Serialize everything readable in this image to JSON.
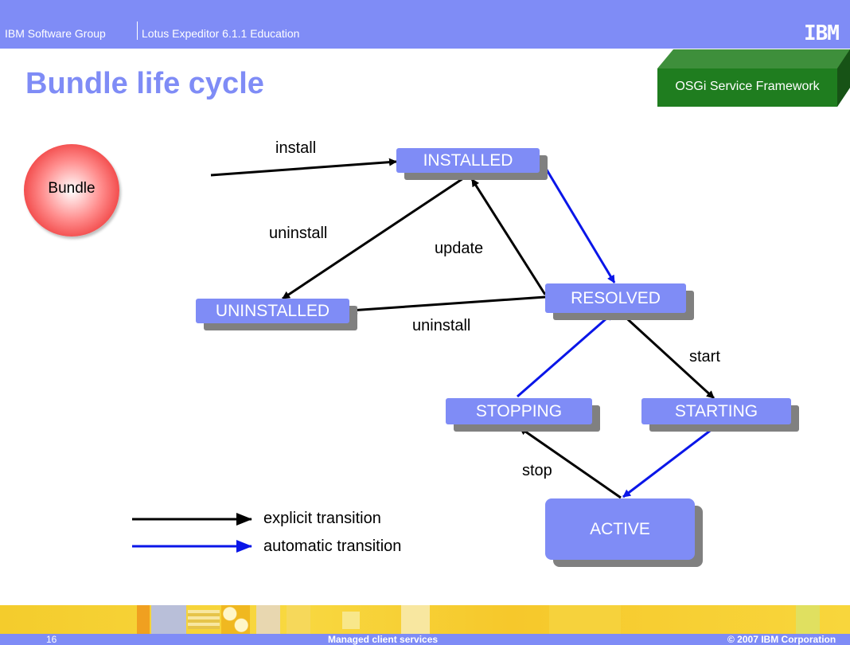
{
  "header": {
    "left_text": "IBM Software Group",
    "right_text": "Lotus Expeditor 6.1.1 Education",
    "logo": "IBM"
  },
  "title": "Bundle life cycle",
  "badge": "OSGi Service Framework",
  "bundle": "Bundle",
  "states": {
    "installed": "INSTALLED",
    "uninstalled": "UNINSTALLED",
    "resolved": "RESOLVED",
    "stopping": "STOPPING",
    "starting": "STARTING",
    "active": "ACTIVE"
  },
  "edges": {
    "install": "install",
    "uninstall_top": "uninstall",
    "update": "update",
    "uninstall_bottom": "uninstall",
    "start": "start",
    "stop": "stop"
  },
  "legend": {
    "explicit": "explicit transition",
    "automatic": "automatic transition"
  },
  "colors": {
    "explicit": "#000000",
    "automatic": "#0a16e8",
    "state_fill": "#7f8cf6",
    "bar": "#7f8cf6"
  },
  "footer": {
    "page": "16",
    "center": "Managed client services",
    "right": "© 2007 IBM Corporation"
  }
}
